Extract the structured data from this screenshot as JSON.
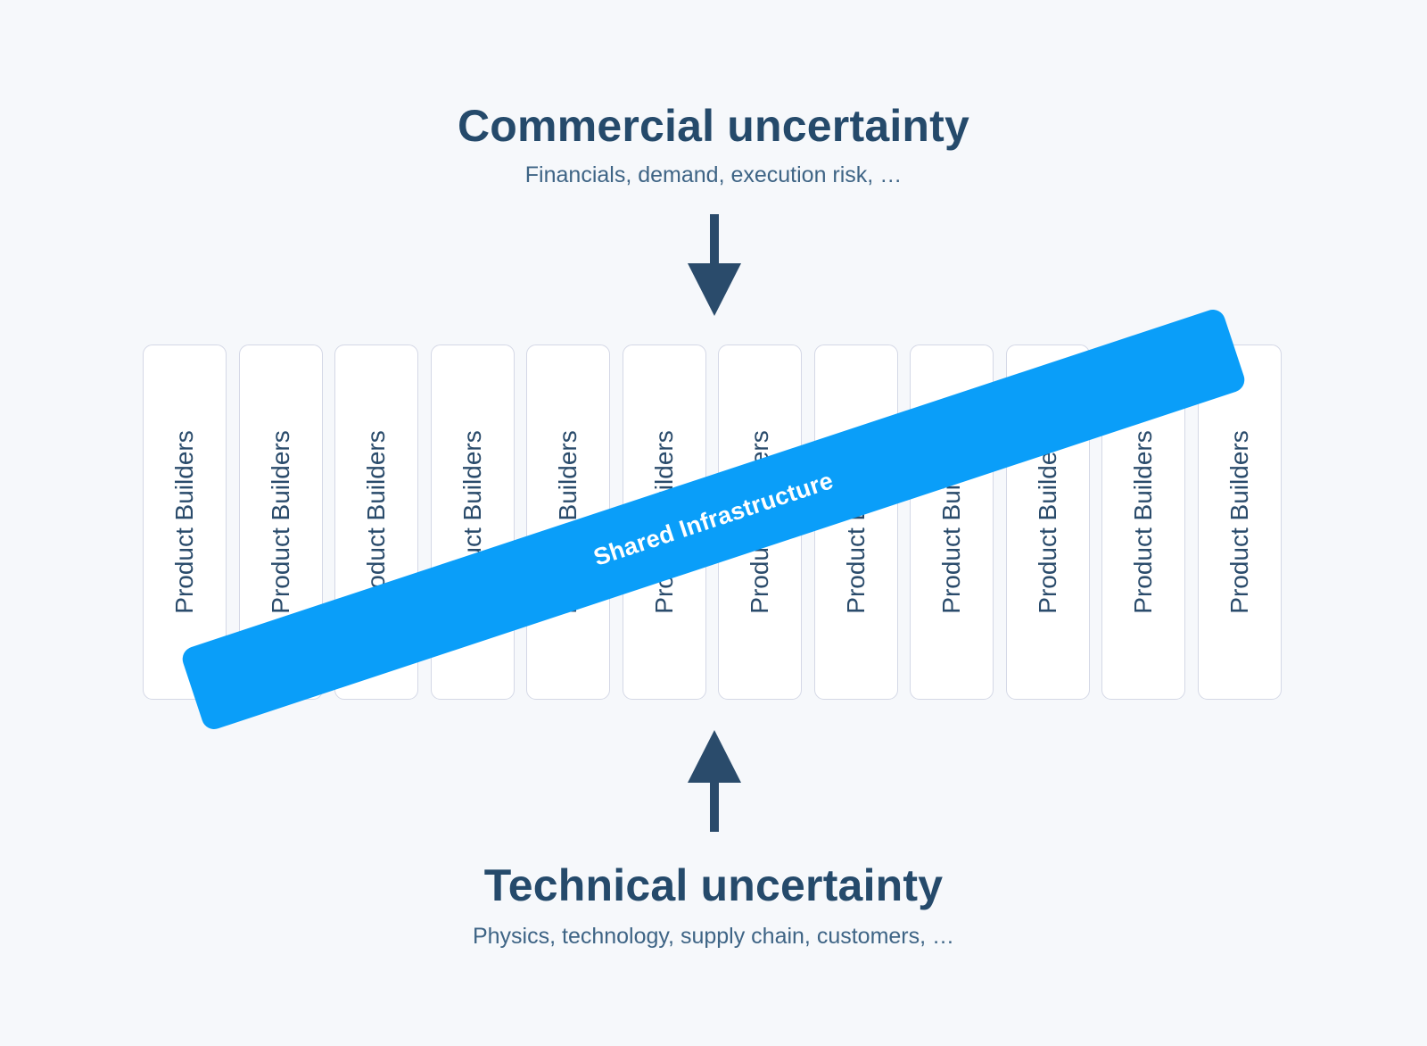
{
  "top": {
    "title": "Commercial uncertainty",
    "subtitle": "Financials, demand, execution risk, …"
  },
  "bottom": {
    "title": "Technical uncertainty",
    "subtitle": "Physics, technology, supply chain, customers, …"
  },
  "columns": [
    {
      "label": "Product Builders"
    },
    {
      "label": "Product Builders"
    },
    {
      "label": "Product Builders"
    },
    {
      "label": "Product Builders"
    },
    {
      "label": "Product Builders"
    },
    {
      "label": "Product Builders"
    },
    {
      "label": "Product Builders"
    },
    {
      "label": "Product Builders"
    },
    {
      "label": "Product Builders"
    },
    {
      "label": "Product Builders"
    },
    {
      "label": "Product Builders"
    },
    {
      "label": "Product Builders"
    }
  ],
  "band": {
    "label": "Shared Infrastructure"
  },
  "colors": {
    "heading": "#254a6b",
    "arrow": "#2a4b6b",
    "band": "#0a9ef9",
    "column_border": "#d4d8e6",
    "background": "#f6f8fb"
  }
}
